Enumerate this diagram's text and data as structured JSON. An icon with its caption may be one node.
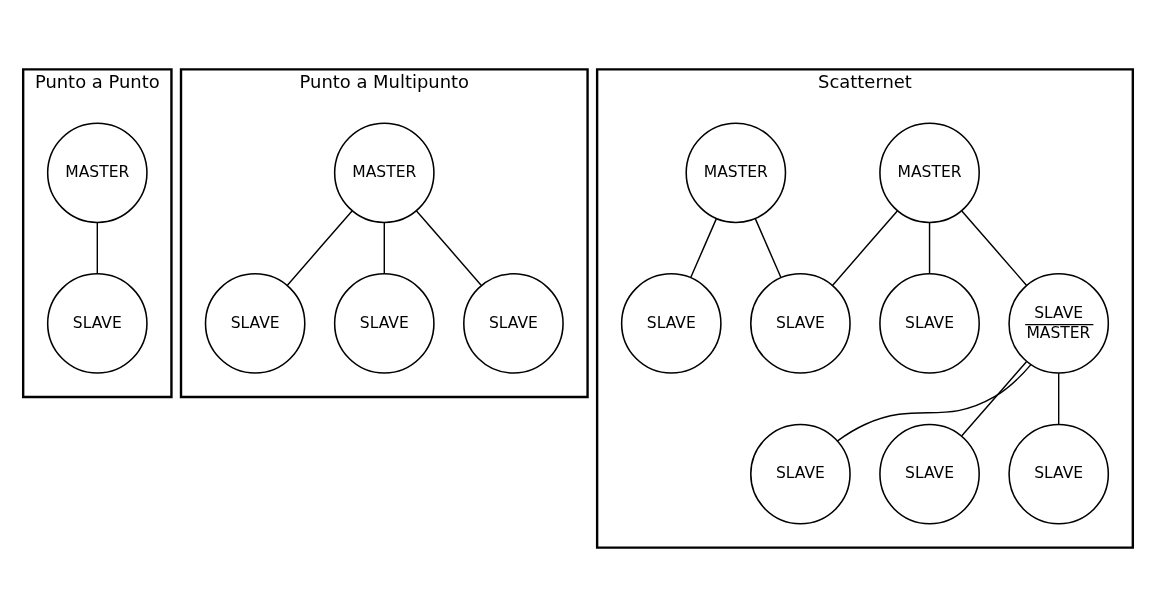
{
  "diagram": {
    "nodes": [
      {
        "text": [
          "Punto a Punto"
        ]
      },
      {
        "text": [
          "MASTER"
        ],
        "in": 0
      },
      {
        "text": [
          "SLAVE"
        ],
        "in": 0
      },
      {
        "text": [
          "Punto a Multipunto"
        ]
      },
      {
        "text": [
          "MASTER"
        ],
        "in": 3
      },
      {
        "text": [
          "SLAVE"
        ],
        "in": 3
      },
      {
        "text": [
          "SLAVE"
        ],
        "in": 3
      },
      {
        "text": [
          "SLAVE"
        ],
        "in": 3
      },
      {
        "text": [
          "Scatternet"
        ]
      },
      {
        "text": [
          "MASTER"
        ],
        "in": 8
      },
      {
        "text": [
          "MASTER"
        ],
        "in": 8
      },
      {
        "text": [
          "SLAVE"
        ],
        "in": 8
      },
      {
        "text": [
          "SLAVE",
          "MASTER"
        ],
        "in": 8
      },
      {
        "text": [
          "SLAVE"
        ],
        "in": 8
      },
      {
        "text": [
          "SLAVE"
        ],
        "in": 8
      },
      {
        "text": [
          "SLAVE"
        ],
        "in": 8
      },
      {
        "text": [
          "SLAVE"
        ],
        "in": 8
      },
      {
        "text": [
          "SLAVE"
        ],
        "in": 8
      }
    ],
    "edges": [
      {
        "from": 1,
        "to": 2,
        "arrow": "none"
      },
      {
        "from": 4,
        "to": 5,
        "arrow": "none"
      },
      {
        "from": 4,
        "to": 6,
        "arrow": "none"
      },
      {
        "from": 4,
        "to": 7,
        "arrow": "none"
      },
      {
        "from": 9,
        "to": 11,
        "arrow": "none"
      },
      {
        "from": 9,
        "to": 12,
        "arrow": "none"
      },
      {
        "from": 9,
        "to": 13,
        "arrow": "none"
      },
      {
        "from": 10,
        "to": 13,
        "arrow": "none"
      },
      {
        "from": 10,
        "to": 14,
        "arrow": "none"
      },
      {
        "from": 12,
        "to": 15,
        "arrow": "none"
      },
      {
        "from": 12,
        "to": 16,
        "arrow": "none"
      },
      {
        "from": 12,
        "to": 17,
        "arrow": "none"
      }
    ]
  }
}
